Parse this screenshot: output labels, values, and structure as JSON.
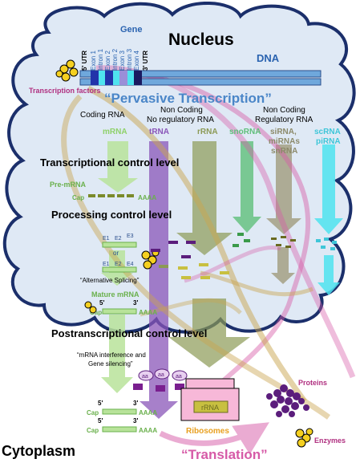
{
  "nucleus": {
    "title": "Nucleus",
    "dna_label": "DNA",
    "gene_label": "Gene",
    "gene_parts": [
      "5' UTR",
      "Exon 1",
      "Intron 1",
      "Exon 2",
      "Intron 2",
      "Exon 3",
      "Intron 3",
      "Exon 4",
      "3' UTR"
    ],
    "transcription_factors": "Transcription factors",
    "pervasive": "“Pervasive Transcription”"
  },
  "rna_classes": {
    "coding": "Coding RNA",
    "noncoding_nonreg_1": "Non Coding",
    "noncoding_nonreg_2": "No regulatory RNA",
    "noncoding_reg_1": "Non Coding",
    "noncoding_reg_2": "Regulatory RNA",
    "mrna": "mRNA",
    "trna": "tRNA",
    "rrna": "rRNA",
    "snorna": "snoRNA",
    "sirna_1": "siRNA,",
    "sirna_2": "miRNAs",
    "sirna_3": "snRNA",
    "scrna_1": "scRNA",
    "scrna_2": "piRNA"
  },
  "levels": {
    "transcriptional": "Transcriptional control level",
    "processing": "Processing control level",
    "postranscriptional": "Postranscriptional control level"
  },
  "processing": {
    "pre_mrna": "Pre-mRNA",
    "cap": "Cap",
    "aaaa": "AAAA",
    "e1": "E1",
    "e2": "E2",
    "e3": "E3",
    "e4": "E4",
    "or": "or",
    "alt_splicing": "“Alternative Splicing”",
    "mature_mrna": "Mature mRNA",
    "five_prime": "5'",
    "three_prime": "3'"
  },
  "silencing": {
    "text_1": "“mRNA interference and",
    "text_2": "Gene silencing”",
    "aa": "aa"
  },
  "cytoplasm": {
    "title": "Cytoplasm",
    "rrna_box": "rRNA",
    "ribosomes": "Ribosomes",
    "proteins": "Proteins",
    "enzymes": "Enzymes",
    "translation": "“Translation”"
  },
  "colors": {
    "nucleus_fill": "#dfe9f5",
    "nucleus_stroke": "#1b2f6b",
    "mrna_green": "#8fd16a",
    "trna_purple": "#8a55b8",
    "rrna_olive": "#8c9a55",
    "snorna_green": "#5fbf7a",
    "sirna_gray": "#a5a084",
    "scrna_cyan": "#4fe3ef",
    "pervasive_blue": "#4a86c8",
    "pink": "#d65aa7",
    "orange": "#e8a020",
    "protein_purple": "#5b1d7c"
  }
}
